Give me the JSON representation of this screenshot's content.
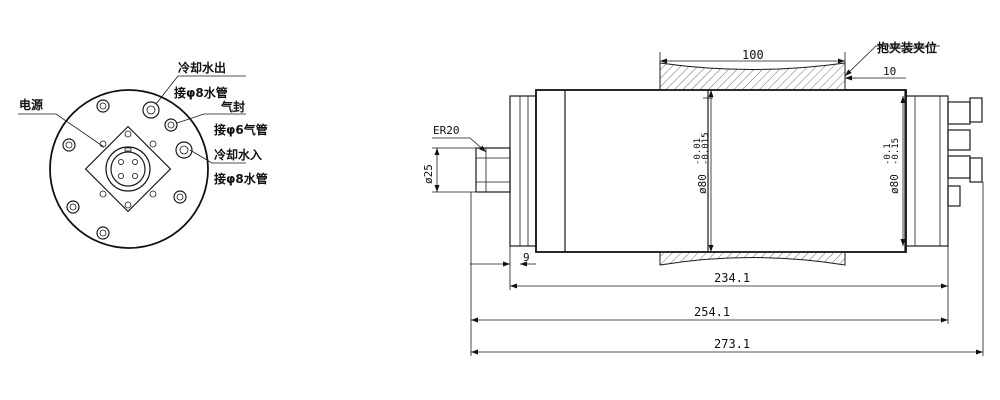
{
  "end_view": {
    "labels": {
      "power": "电源",
      "coolant_out": "冷却水出",
      "coolant_out_pipe": "接φ8水管",
      "air_seal": "气封",
      "air_seal_pipe": "接φ6气管",
      "coolant_in": "冷却水入",
      "coolant_in_pipe": "接φ8水管"
    }
  },
  "side_view": {
    "labels": {
      "clamp_position": "抱夹装夹位",
      "collet": "ER20",
      "shaft_dia": "ø25",
      "body_dia": "ø80",
      "body_tol_upper": "-0.01",
      "body_tol_lower": "-0.015",
      "rear_dia": "ø80",
      "rear_tol_upper": "-0.1",
      "rear_tol_lower": "-0.15"
    },
    "dimensions": {
      "clamp_width": "100",
      "clamp_offset": "10",
      "nose_length": "9",
      "body_length": "234.1",
      "length_with_shaft": "254.1",
      "overall_length": "273.1"
    }
  }
}
